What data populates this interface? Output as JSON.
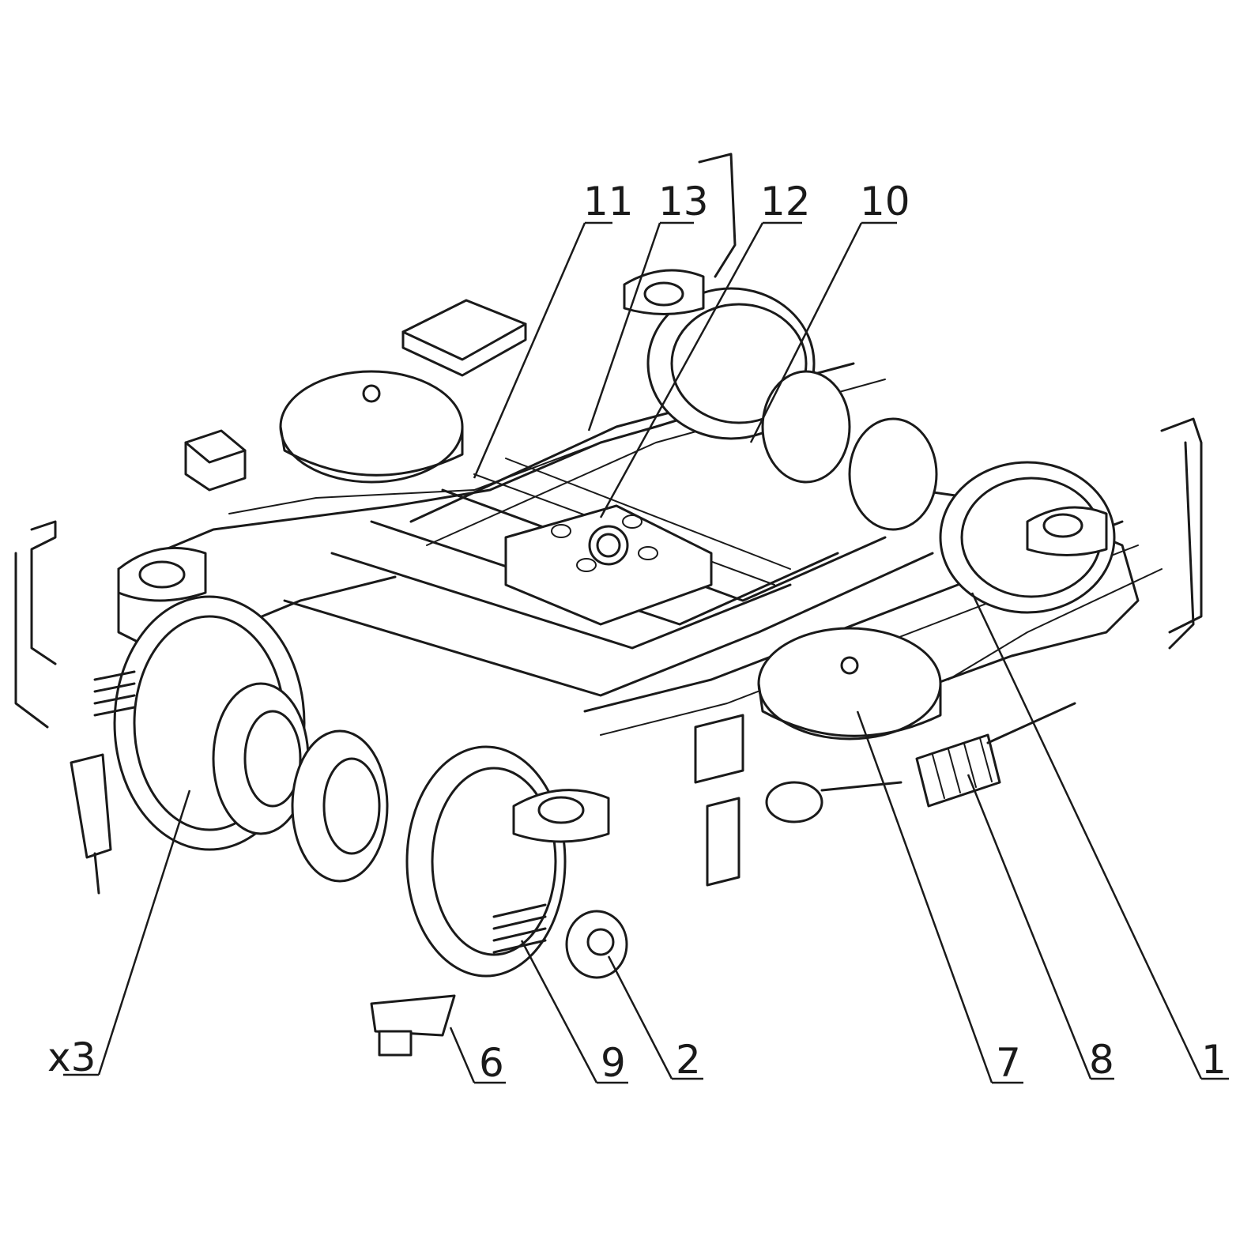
{
  "callouts": {
    "c11": "11",
    "c13": "13",
    "c12": "12",
    "c10": "10",
    "c3": "x3",
    "c6": "6",
    "c9": "9",
    "c2": "2",
    "c7": "7",
    "c8": "8",
    "c1": "1"
  },
  "colors": {
    "line": "#1a1a1a",
    "background": "#ffffff"
  }
}
